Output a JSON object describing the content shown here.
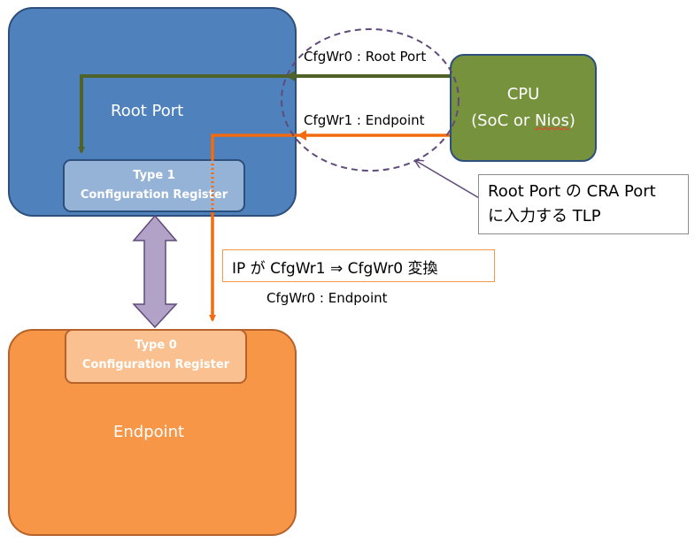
{
  "root_port": {
    "label": "Root Port"
  },
  "type1": {
    "line1": "Type 1",
    "line2": "Configuration Register"
  },
  "endpoint": {
    "label": "Endpoint"
  },
  "type0": {
    "line1": "Type 0",
    "line2": "Configuration Register"
  },
  "cpu": {
    "line1": "CPU",
    "line2_prefix": "(SoC or ",
    "line2_nios": "Nios",
    "line2_suffix": ")"
  },
  "labels": {
    "cfgwr0_root": "CfgWr0 : Root Port",
    "cfgwr1_endpoint": "CfgWr1 : Endpoint",
    "cfgwr0_endpoint": "CfgWr0 : Endpoint"
  },
  "callout": {
    "line1": "Root Port の CRA Port",
    "line2": "に入力する TLP"
  },
  "conversion": {
    "text": "IP が CfgWr1 ⇒ CfgWr0 変換"
  },
  "colors": {
    "root_port": "#4f81bd",
    "endpoint": "#f79646",
    "cpu": "#76923c",
    "green_arrow": "#4f6228",
    "orange_arrow": "#f26b0f",
    "double_arrow": "#b3a2c7",
    "dashed_circle": "#604a7b"
  }
}
